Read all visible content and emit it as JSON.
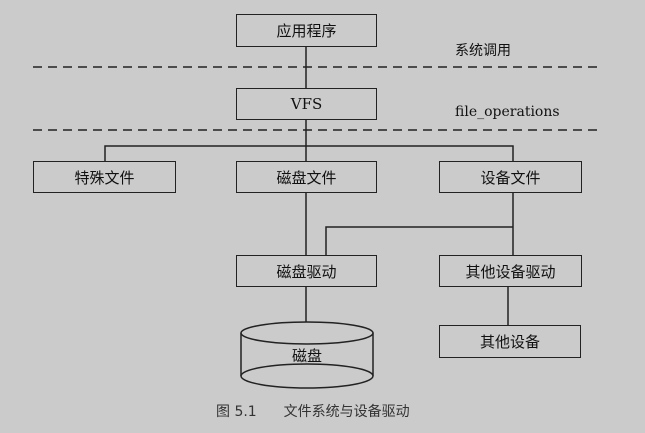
{
  "diagram": {
    "nodes": {
      "app": "应用程序",
      "vfs": "VFS",
      "special_file": "特殊文件",
      "disk_file": "磁盘文件",
      "device_file": "设备文件",
      "disk_driver": "磁盘驱动",
      "other_driver": "其他设备驱动",
      "disk": "磁盘",
      "other_device": "其他设备"
    },
    "layer_labels": {
      "syscall": "系统调用",
      "file_ops": "file_operations"
    },
    "edges": [
      [
        "app",
        "vfs"
      ],
      [
        "vfs",
        "special_file"
      ],
      [
        "vfs",
        "disk_file"
      ],
      [
        "vfs",
        "device_file"
      ],
      [
        "disk_file",
        "disk_driver"
      ],
      [
        "device_file",
        "disk_driver"
      ],
      [
        "device_file",
        "other_driver"
      ],
      [
        "disk_driver",
        "disk"
      ],
      [
        "other_driver",
        "other_device"
      ]
    ],
    "caption": {
      "figure": "图 5.1",
      "title": "文件系统与设备驱动"
    }
  }
}
